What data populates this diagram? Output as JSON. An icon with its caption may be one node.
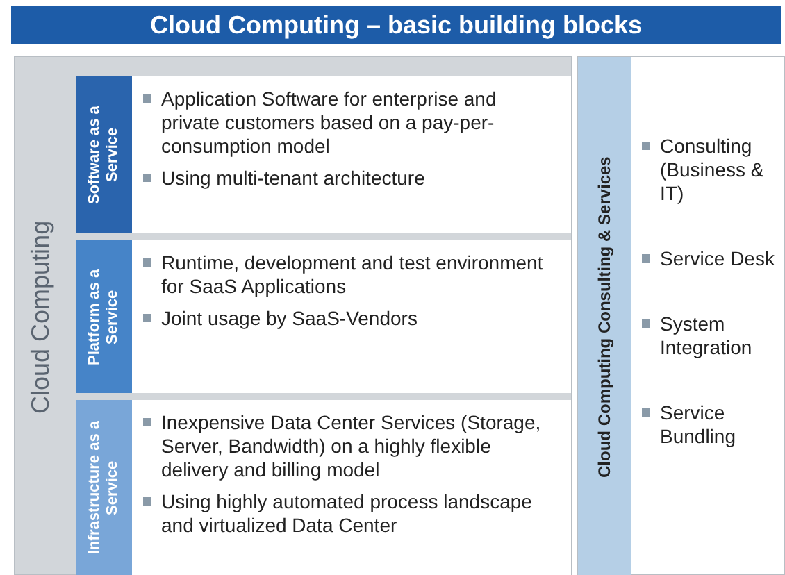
{
  "diagram": {
    "title": "Cloud Computing – basic building blocks",
    "nodes": [
      {
        "text": [
          "Cloud Computing"
        ]
      },
      {
        "text": [
          "Software as a Service",
          "Application Software for enterprise and private customers based on a pay-per-consumption model",
          "Using multi-tenant architecture"
        ],
        "in": 0
      },
      {
        "text": [
          "Platform as a Service",
          "Runtime, development and test environment for SaaS Applications",
          "Joint usage by SaaS-Vendors"
        ],
        "in": 0
      },
      {
        "text": [
          "Infrastructure as a Service",
          "Inexpensive Data Center Services (Storage, Server, Bandwidth) on a highly flexible delivery and billing model",
          "Using highly automated process landscape and virtualized Data Center"
        ],
        "in": 0
      },
      {
        "text": [
          "Cloud Computing Consulting & Services",
          "Consulting (Business & IT)",
          "Service Desk",
          "System Integration",
          "Service Bundling"
        ]
      }
    ]
  }
}
